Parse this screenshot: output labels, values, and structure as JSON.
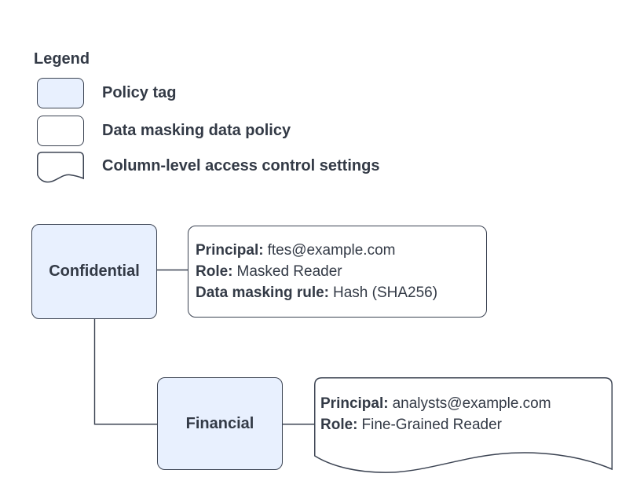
{
  "legend": {
    "title": "Legend",
    "items": [
      {
        "label": "Policy tag",
        "swatch": "policy-tag-swatch",
        "fill": "#e8f0fe"
      },
      {
        "label": "Data masking data policy",
        "swatch": "data-policy-swatch",
        "fill": "#ffffff"
      },
      {
        "label": "Column-level access control settings",
        "swatch": "document-swatch",
        "fill": "#ffffff"
      }
    ]
  },
  "diagram": {
    "nodes": [
      {
        "label": "Confidential",
        "type": "policy-tag"
      },
      {
        "label": "Financial",
        "type": "policy-tag"
      }
    ],
    "cards": [
      {
        "type": "data-masking-data-policy",
        "lines": [
          {
            "label": "Principal:",
            "value": "ftes@example.com"
          },
          {
            "label": "Role:",
            "value": "Masked Reader"
          },
          {
            "label": "Data masking rule:",
            "value": "Hash (SHA256)"
          }
        ]
      },
      {
        "type": "column-level-access-control-settings",
        "lines": [
          {
            "label": "Principal:",
            "value": "analysts@example.com"
          },
          {
            "label": "Role:",
            "value": "Fine-Grained Reader"
          }
        ]
      }
    ]
  },
  "colors": {
    "policy_tag_fill": "#e8f0fe",
    "shape_border": "#3b4352",
    "text": "#333a46",
    "background": "#ffffff"
  }
}
